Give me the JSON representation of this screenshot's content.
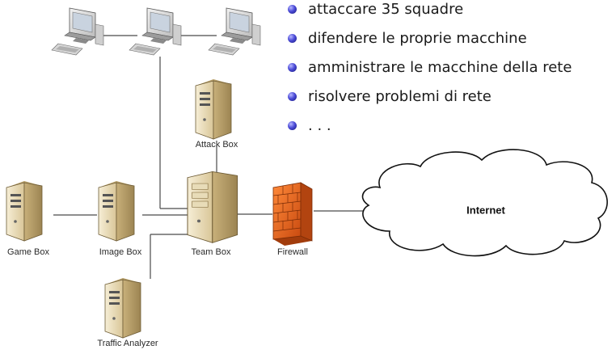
{
  "bullets": [
    {
      "text": "attaccare 35 squadre"
    },
    {
      "text": "difendere le proprie macchine"
    },
    {
      "text": "amministrare le macchine della rete"
    },
    {
      "text": "risolvere problemi di rete"
    },
    {
      "text": ". . ."
    }
  ],
  "nodes": {
    "game_box": "Game Box",
    "image_box": "Image Box",
    "team_box": "Team Box",
    "firewall": "Firewall",
    "attack_box": "Attack Box",
    "traffic_analyzer": "Traffic Analyzer",
    "internet": "Internet"
  },
  "colors": {
    "server_face": "#e9dcb8",
    "server_dark": "#b79e66",
    "firewall_brick": "#e8621a",
    "bullet": "#2f2fb0",
    "line": "#4a4a4a"
  },
  "icons": [
    "workstation-icon",
    "server-icon",
    "firewall-icon",
    "cloud-icon"
  ]
}
